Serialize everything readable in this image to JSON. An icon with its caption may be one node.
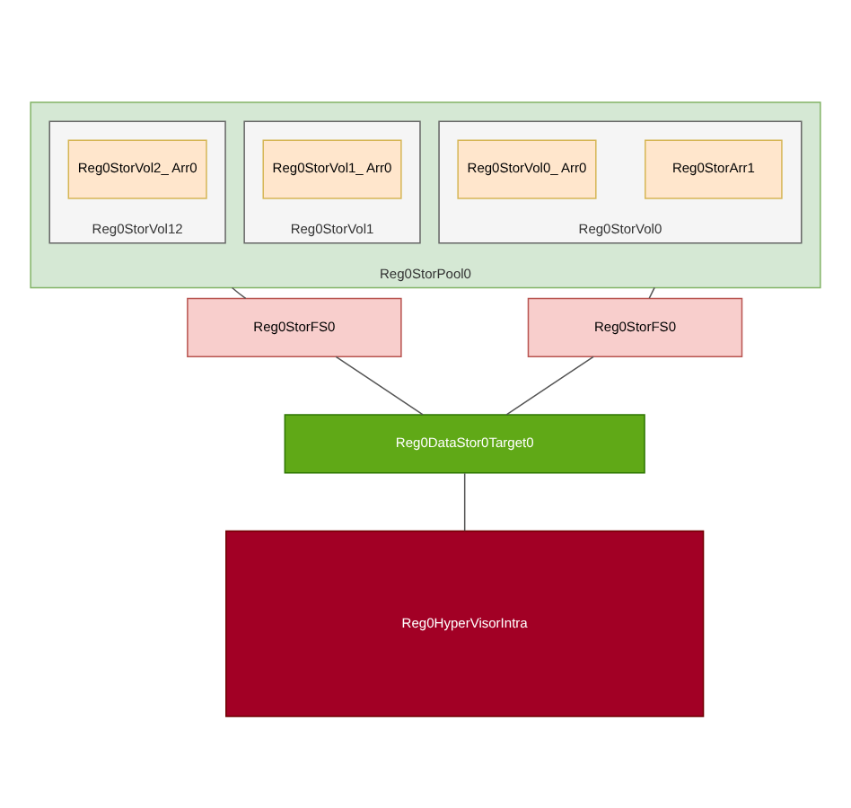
{
  "diagram": {
    "nodes": [
      {
        "text": [
          "Reg0StorPool0"
        ]
      },
      {
        "text": [
          "Reg0StorVol0"
        ],
        "in": 0
      },
      {
        "text": [
          "Reg0StorArr1"
        ],
        "in": 1
      },
      {
        "text": [
          "Reg0StorVol0_ Arr0"
        ],
        "in": 1
      },
      {
        "text": [
          "Reg0StorVol1"
        ],
        "in": 0
      },
      {
        "text": [
          "Reg0StorVol1_ Arr0"
        ],
        "in": 4
      },
      {
        "text": [
          "Reg0StorVol12"
        ],
        "in": 0
      },
      {
        "text": [
          "Reg0StorVol2_ Arr0"
        ],
        "in": 6
      },
      {
        "text": [
          "Reg0StorFS0"
        ]
      },
      {
        "text": [
          "Reg0StorFS0"
        ]
      },
      {
        "text": [
          "Reg0DataStor0Target0"
        ]
      },
      {
        "text": [
          "Reg0HyperVisorIntra"
        ]
      }
    ],
    "edges": [
      {
        "from": 0,
        "to": 8,
        "arrow": "none"
      },
      {
        "from": 0,
        "to": 9,
        "arrow": "none"
      },
      {
        "from": 8,
        "to": 10,
        "arrow": "none"
      },
      {
        "from": 9,
        "to": 10,
        "arrow": "none"
      },
      {
        "from": 10,
        "to": 11,
        "arrow": "none"
      }
    ]
  }
}
